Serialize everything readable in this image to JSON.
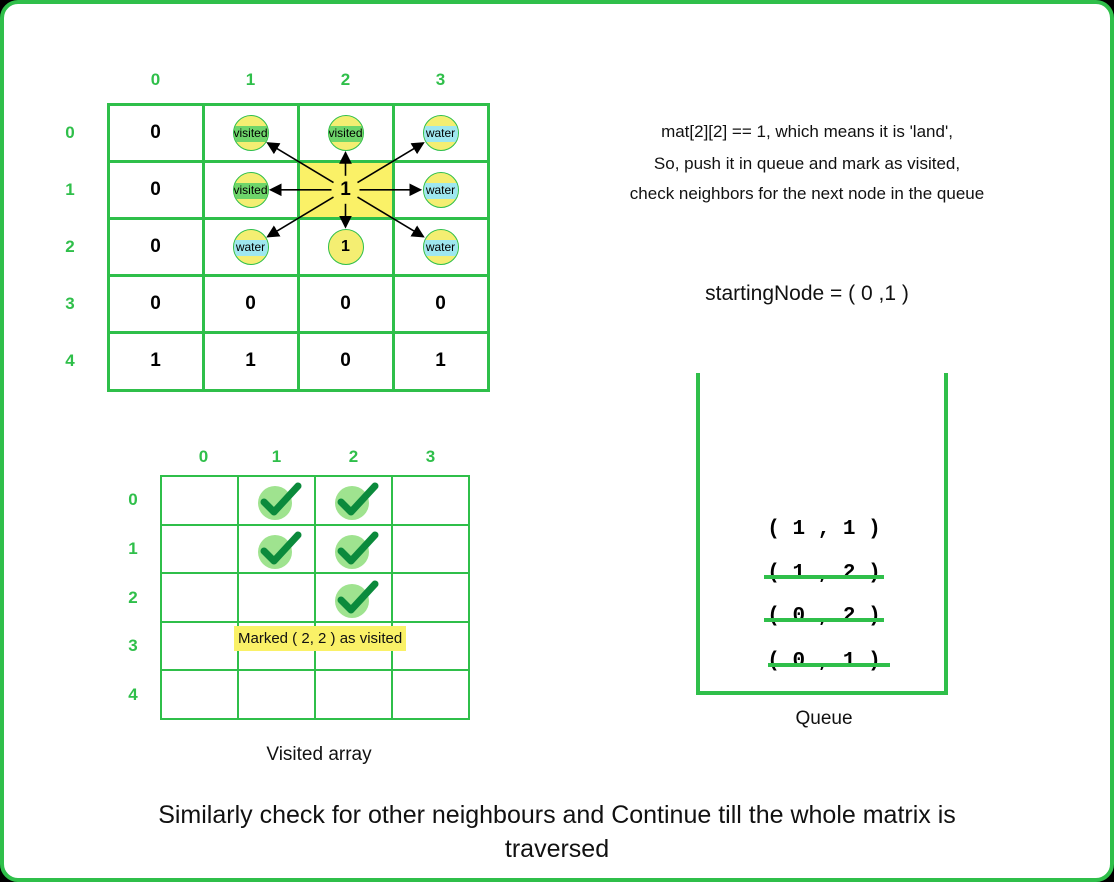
{
  "matrix": {
    "col_headers": [
      "0",
      "1",
      "2",
      "3"
    ],
    "row_headers": [
      "0",
      "1",
      "2",
      "3",
      "4"
    ],
    "cells": [
      [
        "0",
        "",
        "",
        ""
      ],
      [
        "0",
        "",
        "1",
        ""
      ],
      [
        "0",
        "",
        "",
        ""
      ],
      [
        "0",
        "0",
        "0",
        "0"
      ],
      [
        "1",
        "1",
        "0",
        "1"
      ]
    ],
    "markers": [
      {
        "row": 0,
        "col": 1,
        "kind": "visited",
        "label": "visited"
      },
      {
        "row": 0,
        "col": 2,
        "kind": "visited",
        "label": "visited"
      },
      {
        "row": 0,
        "col": 3,
        "kind": "water",
        "label": "water"
      },
      {
        "row": 1,
        "col": 1,
        "kind": "visited",
        "label": "visited"
      },
      {
        "row": 1,
        "col": 3,
        "kind": "water",
        "label": "water"
      },
      {
        "row": 2,
        "col": 1,
        "kind": "water",
        "label": "water"
      },
      {
        "row": 2,
        "col": 2,
        "kind": "land",
        "label": "1"
      },
      {
        "row": 2,
        "col": 3,
        "kind": "water",
        "label": "water"
      }
    ],
    "current_cell": {
      "row": 1,
      "col": 2
    }
  },
  "description": {
    "line1": "mat[2][2] == 1, which means it is 'land',",
    "line2": "So, push it in queue and mark as visited,",
    "line3": "check neighbors for the next node in the queue"
  },
  "starting_node": "startingNode = ( 0 ,1 )",
  "visited_array": {
    "col_headers": [
      "0",
      "1",
      "2",
      "3"
    ],
    "row_headers": [
      "0",
      "1",
      "2",
      "3",
      "4"
    ],
    "checked": [
      [
        0,
        1
      ],
      [
        0,
        2
      ],
      [
        1,
        1
      ],
      [
        1,
        2
      ],
      [
        2,
        2
      ]
    ],
    "note": "Marked ( 2, 2 )  as visited",
    "caption": "Visited array"
  },
  "queue": {
    "items": [
      {
        "text": "( 1 , 1 )",
        "removed": false
      },
      {
        "text": "( 1 , 2 )",
        "removed": true
      },
      {
        "text": "( 0 , 2 )",
        "removed": true
      },
      {
        "text": "( 0 , 1 )",
        "removed": true
      }
    ],
    "caption": "Queue"
  },
  "footer": "Similarly check for other neighbours and Continue till the whole matrix is traversed",
  "colors": {
    "accent_green": "#2fbf4a",
    "highlight_yellow": "#faf167",
    "visited_green": "#6ed56a",
    "water_blue": "#9ee7ef",
    "check_green": "#0b8a3c"
  }
}
